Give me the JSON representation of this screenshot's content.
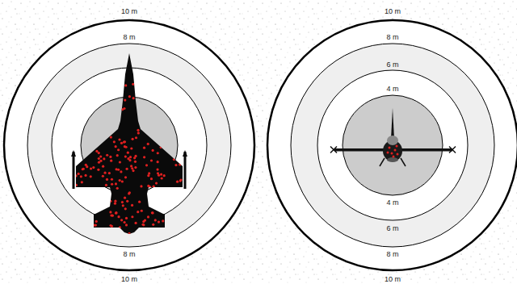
{
  "diagram": {
    "labels": [
      "10 m",
      "8 m",
      "8 m",
      "10 m",
      "10 m",
      "8 m",
      "6 m",
      "4 m",
      "4 m",
      "6 m",
      "8 m",
      "10 m"
    ]
  }
}
